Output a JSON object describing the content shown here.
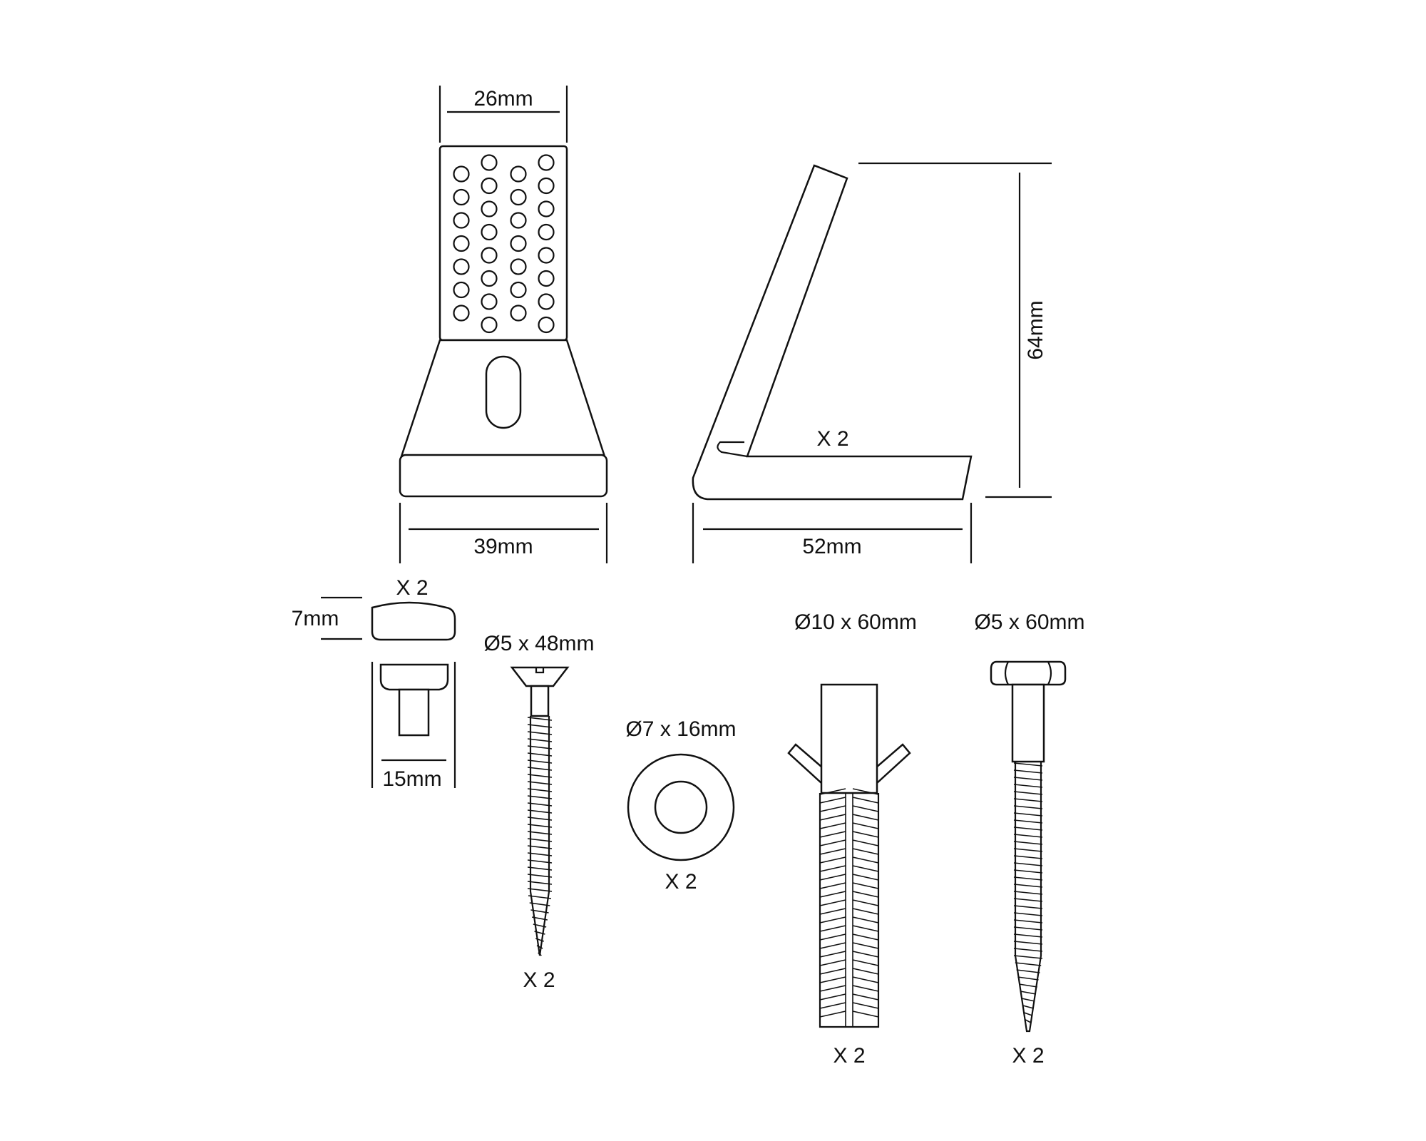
{
  "colors": {
    "line": "#111111",
    "background": "#ffffff"
  },
  "bracket_front": {
    "top_width": "26mm",
    "base_width": "39mm"
  },
  "bracket_side": {
    "height": "64mm",
    "base_length": "52mm",
    "quantity": "X 2"
  },
  "cap": {
    "quantity": "X 2",
    "height": "7mm",
    "width": "15mm"
  },
  "wood_screw": {
    "size": "Ø5 x 48mm",
    "quantity": "X 2"
  },
  "washer": {
    "size": "Ø7 x 16mm",
    "quantity": "X 2"
  },
  "wall_plug": {
    "size": "Ø10 x 60mm",
    "quantity": "X 2"
  },
  "hex_bolt": {
    "size": "Ø5 x 60mm",
    "quantity": "X 2"
  }
}
